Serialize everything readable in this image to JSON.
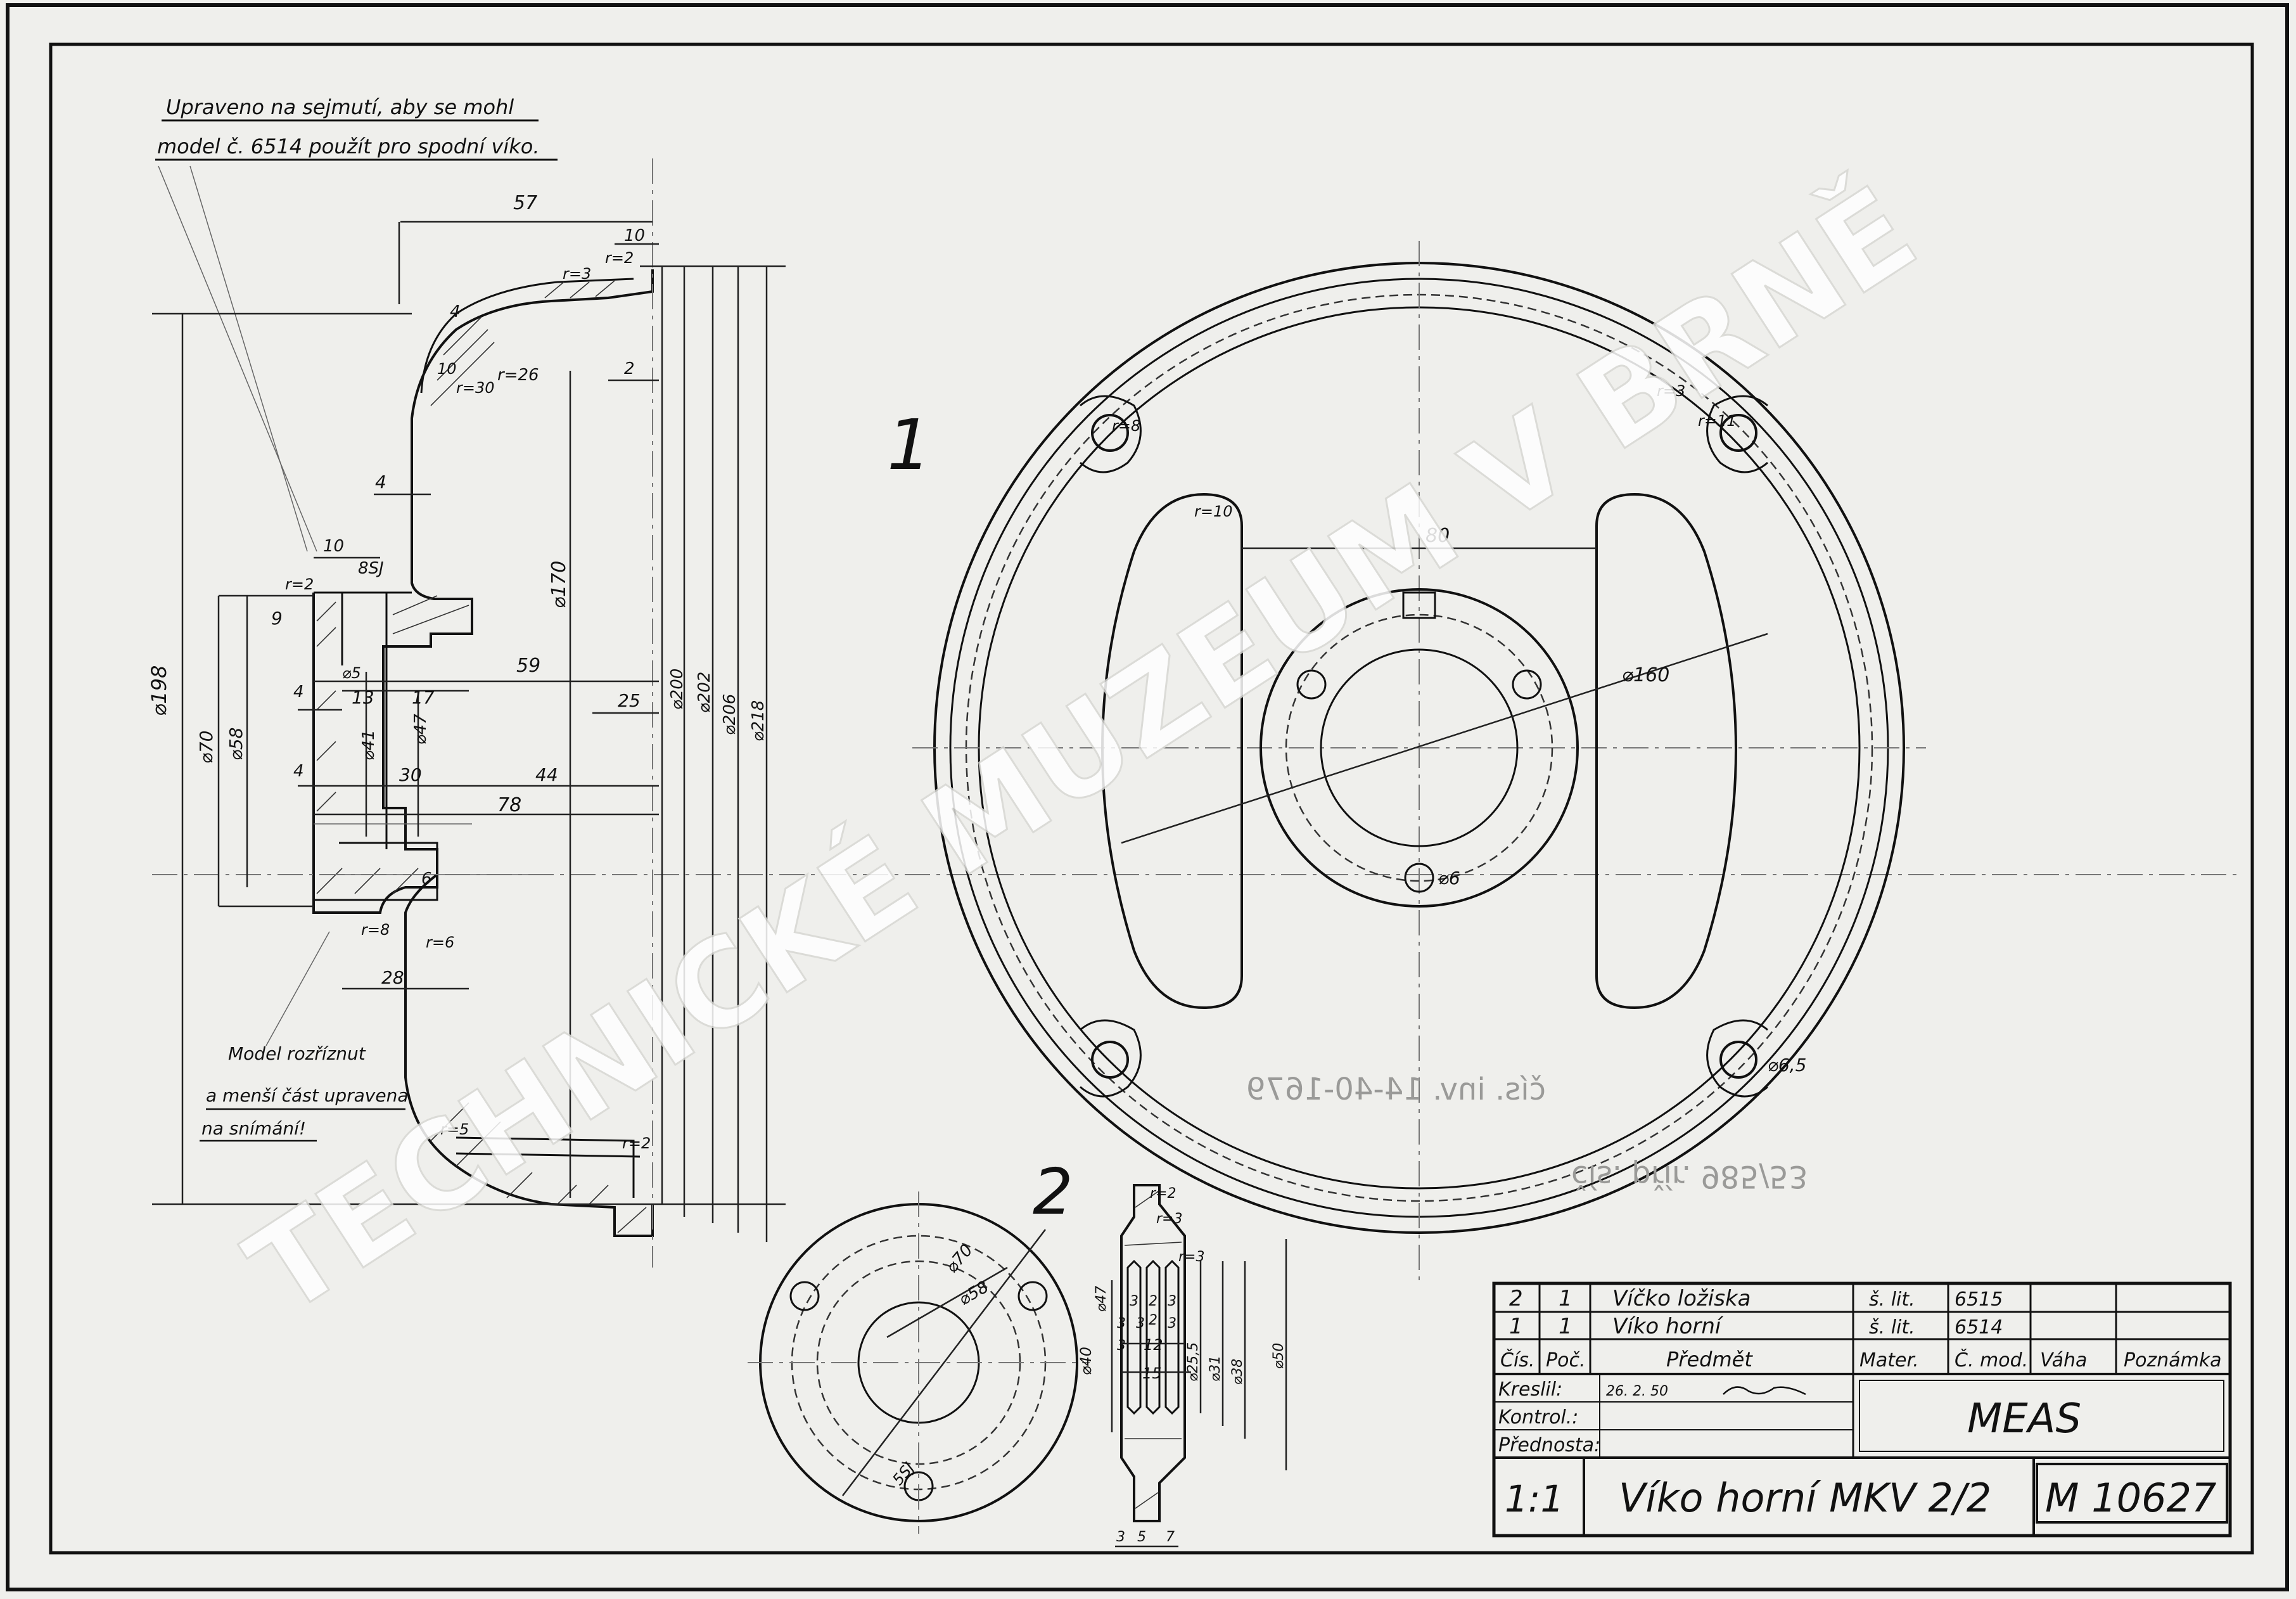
{
  "notes": {
    "top_note_line1": "Upraveno na sejmutí, aby se mohl",
    "top_note_line2": "model č. 6514 použít pro spodní víko.",
    "side_note_line1": "Model rozříznut",
    "side_note_line2": "a menší část upravena",
    "side_note_line3": "na snímání!"
  },
  "views": {
    "view1_number": "1",
    "view2_number": "2"
  },
  "dimensions_view1_section": {
    "d57": "57",
    "d10_top": "10",
    "r3": "r=3",
    "r2_top": "r=2",
    "d4_top": "4",
    "d10_mid": "10",
    "r26": "r=26",
    "r30": "r=30",
    "d2": "2",
    "d4_wall": "4",
    "d198": "⌀198",
    "d170": "⌀170",
    "d10_hub": "10",
    "d8sj": "8SJ",
    "r2_hub": "r=2",
    "d9": "9",
    "d5": "⌀5",
    "d59": "59",
    "d13": "13",
    "d17": "17",
    "d4_a": "4",
    "d4_b": "4",
    "d70": "⌀70",
    "d58": "⌀58",
    "d41": "⌀41",
    "d47": "⌀47",
    "d25": "25",
    "d200": "⌀200",
    "d202": "⌀202",
    "d206": "⌀206",
    "d218": "⌀218",
    "d30": "30",
    "d44": "44",
    "d78": "78",
    "d6": "6",
    "r8": "r=8",
    "r6": "r=6",
    "d28": "28",
    "r5": "r=5",
    "r2_bot": "r=2"
  },
  "dimensions_view1_plan": {
    "r8": "r=8",
    "r3": "r=3",
    "r11": "r=11",
    "r10": "r=10",
    "d80": "80",
    "d160": "⌀160",
    "d6": "⌀6",
    "d6_5": "⌀6,5"
  },
  "dimensions_view2": {
    "d70": "⌀70",
    "d58": "⌀58",
    "d5sj": "5SJ",
    "r2": "r=2",
    "r3_a": "r=3",
    "r3_b": "r=3",
    "d47": "⌀47",
    "d40": "⌀40",
    "d3a": "3",
    "d3b": "3",
    "d3c": "3",
    "d3d": "3",
    "d2a": "2",
    "d2b": "2",
    "d3e": "3",
    "d3f": "3",
    "d12": "12",
    "d15": "15",
    "d25_5": "⌀25,5",
    "d31": "⌀31",
    "d38": "⌀38",
    "d50": "⌀50",
    "d3_bot": "3",
    "d5_bot": "5",
    "d7_bot": "7"
  },
  "stamp": {
    "line1": "čís. inv. 14-40-1679",
    "line2": "čís. přír. 985/53"
  },
  "title_block": {
    "parts": [
      {
        "pos": "2",
        "count": "1",
        "name": "Víčko ložiska",
        "material": "š. lit.",
        "model": "6515",
        "weight": "",
        "note": ""
      },
      {
        "pos": "1",
        "count": "1",
        "name": "Víko horní",
        "material": "š. lit.",
        "model": "6514",
        "weight": "",
        "note": ""
      }
    ],
    "headers": {
      "pos": "Čís.",
      "count": "Poč.",
      "name": "Předmět",
      "material": "Mater.",
      "model": "Č. mod.",
      "weight": "Váha",
      "note": "Poznámka"
    },
    "drawn_label": "Kreslil:",
    "drawn_date": "26. 2. 50",
    "checked_label": "Kontrol.:",
    "approved_label": "Přednosta:",
    "company": "MEAS",
    "scale": "1:1",
    "title": "Víko horní  MKV 2/2",
    "drawing_number": "M 10627"
  },
  "watermark": "TECHNICKÉ MUZEUM V BRNĚ"
}
